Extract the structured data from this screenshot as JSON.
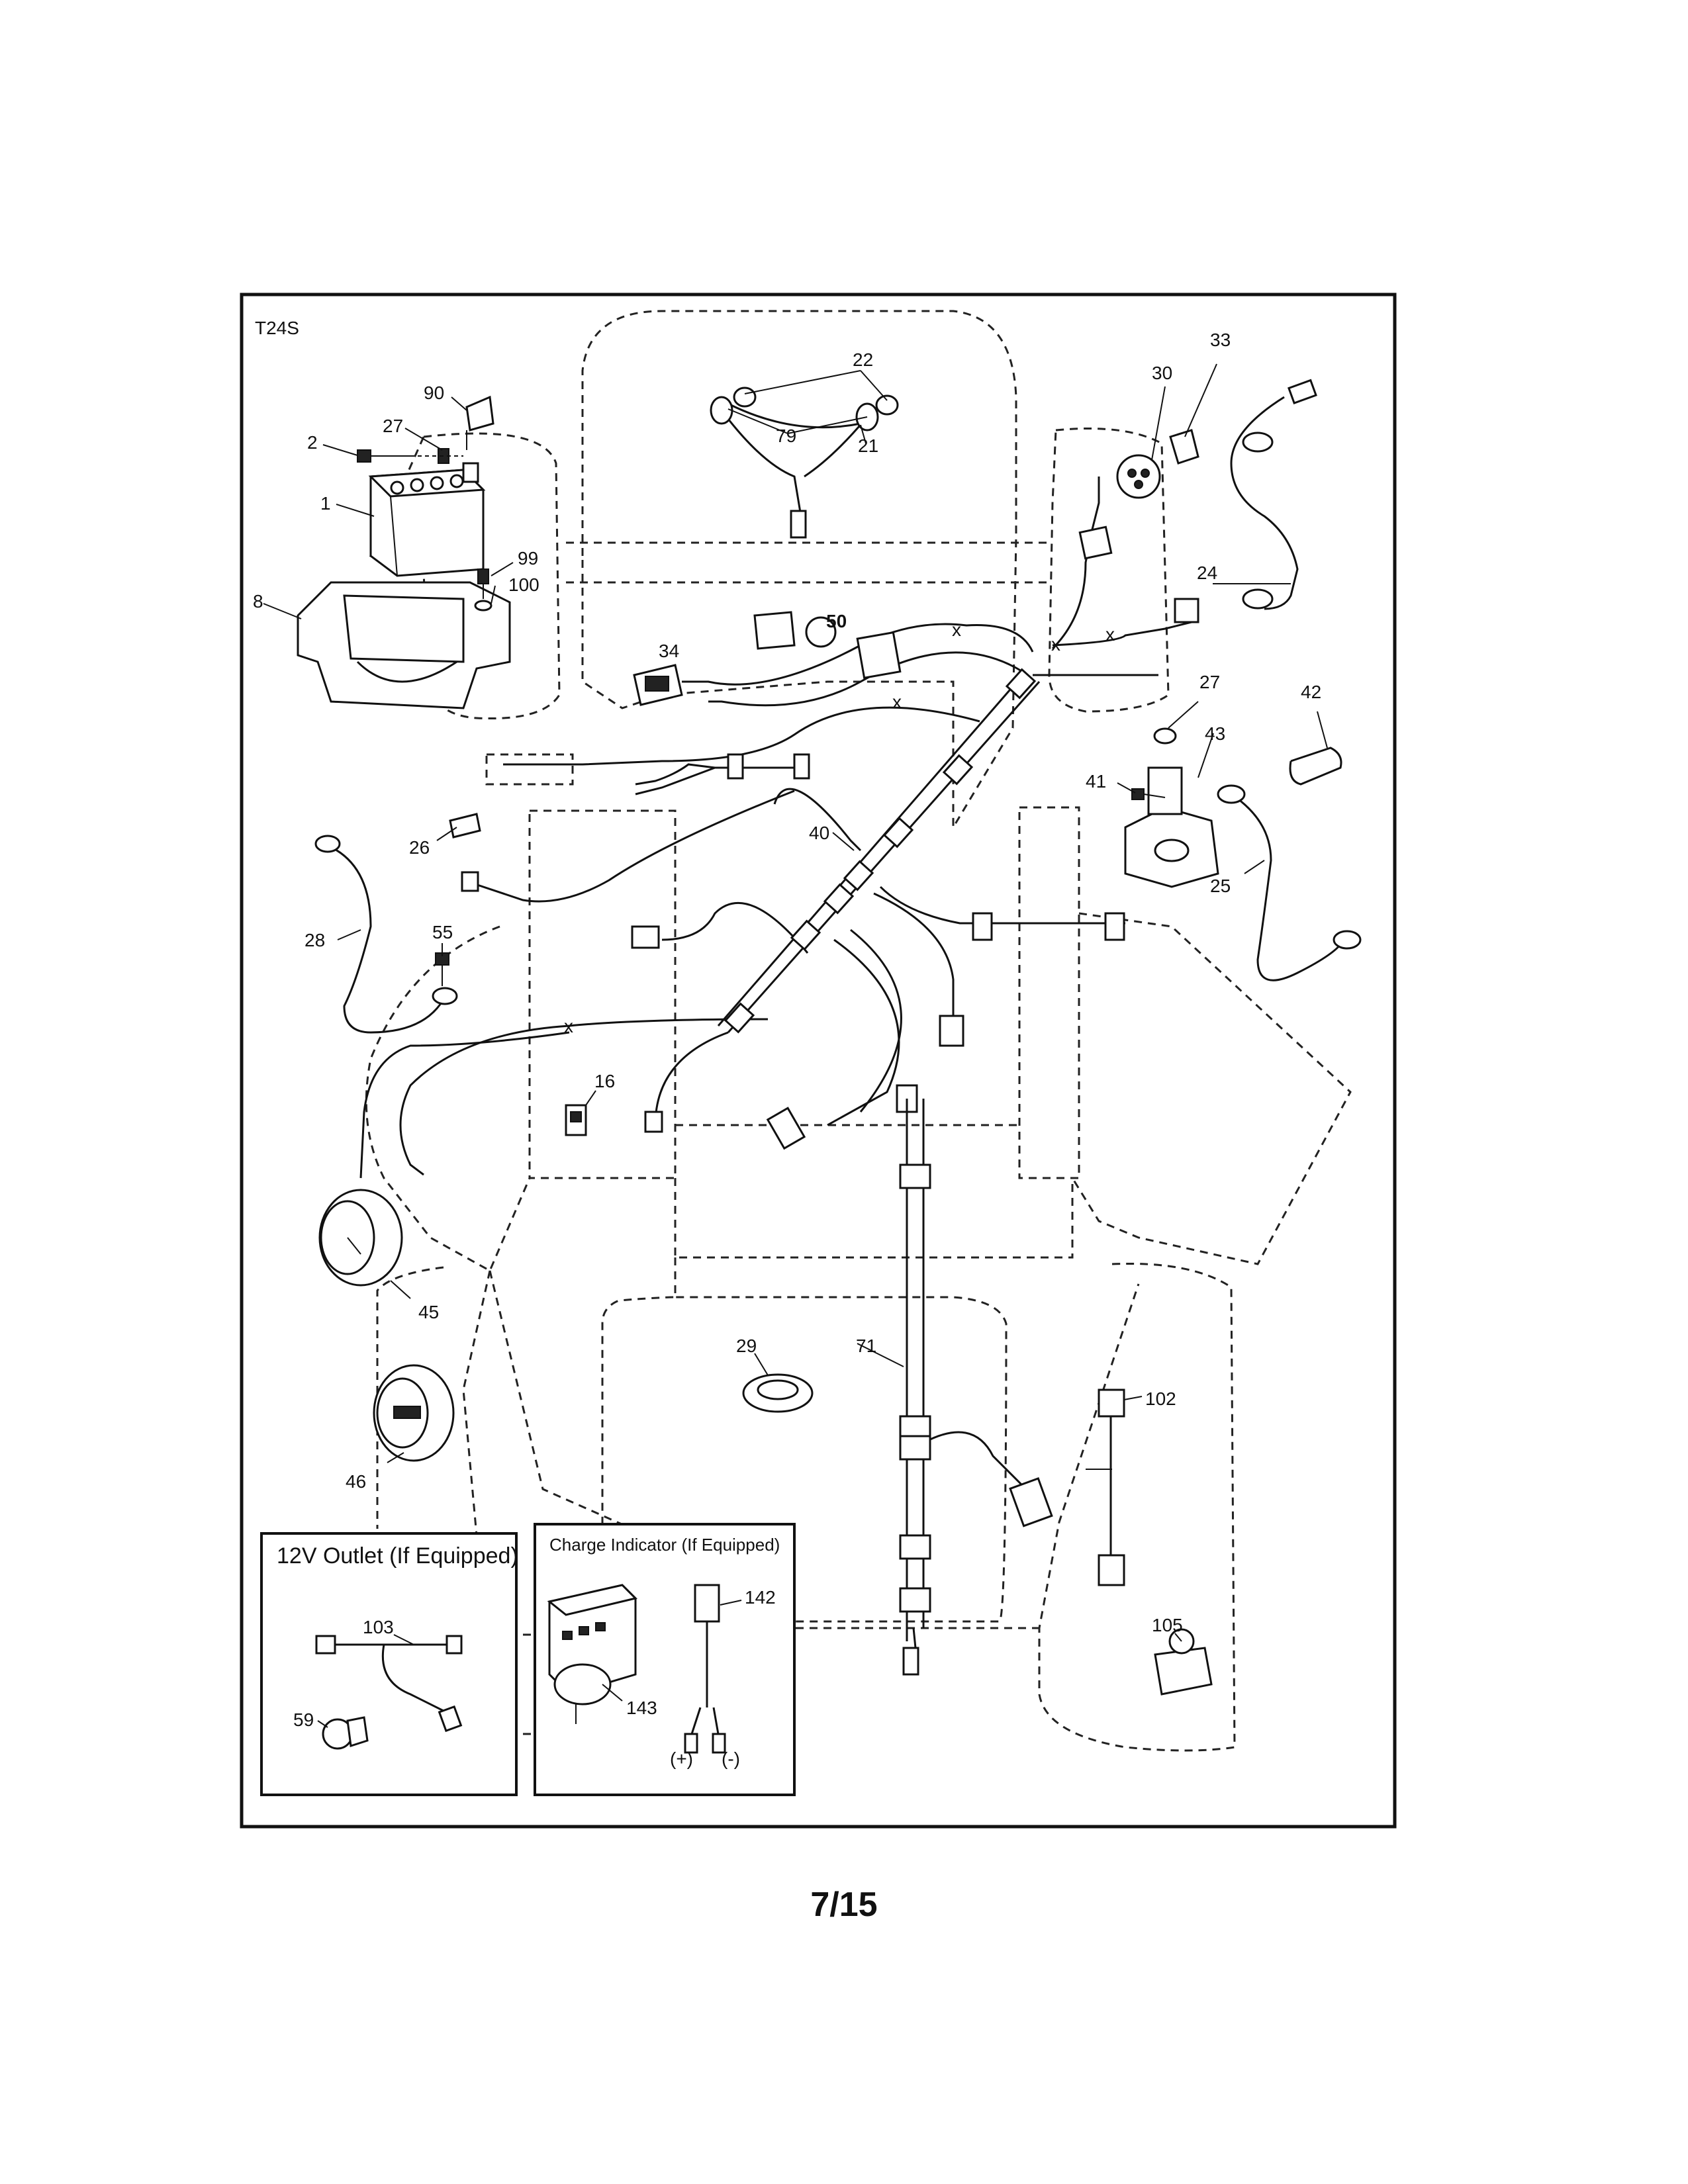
{
  "diagram": {
    "code": "T24S",
    "callouts": {
      "c1": "1",
      "c2": "2",
      "c8": "8",
      "c16": "16",
      "c21": "21",
      "c22": "22",
      "c24": "24",
      "c25": "25",
      "c26": "26",
      "c27a": "27",
      "c27b": "27",
      "c28": "28",
      "c29": "29",
      "c30": "30",
      "c33": "33",
      "c34": "34",
      "c40": "40",
      "c41": "41",
      "c42": "42",
      "c43": "43",
      "c45": "45",
      "c46": "46",
      "c50": "50",
      "c55": "55",
      "c59": "59",
      "c71": "71",
      "c79": "79",
      "c90": "90",
      "c99": "99",
      "c100": "100",
      "c102": "102",
      "c103": "103",
      "c105": "105",
      "c142": "142",
      "c143": "143",
      "plus": "(+)",
      "minus": "(-)"
    },
    "outlet_box": {
      "title": "12V Outlet (If Equipped)"
    },
    "charge_box": {
      "title": "Charge Indicator (If Equipped)"
    }
  },
  "page": {
    "number": "7/15"
  }
}
